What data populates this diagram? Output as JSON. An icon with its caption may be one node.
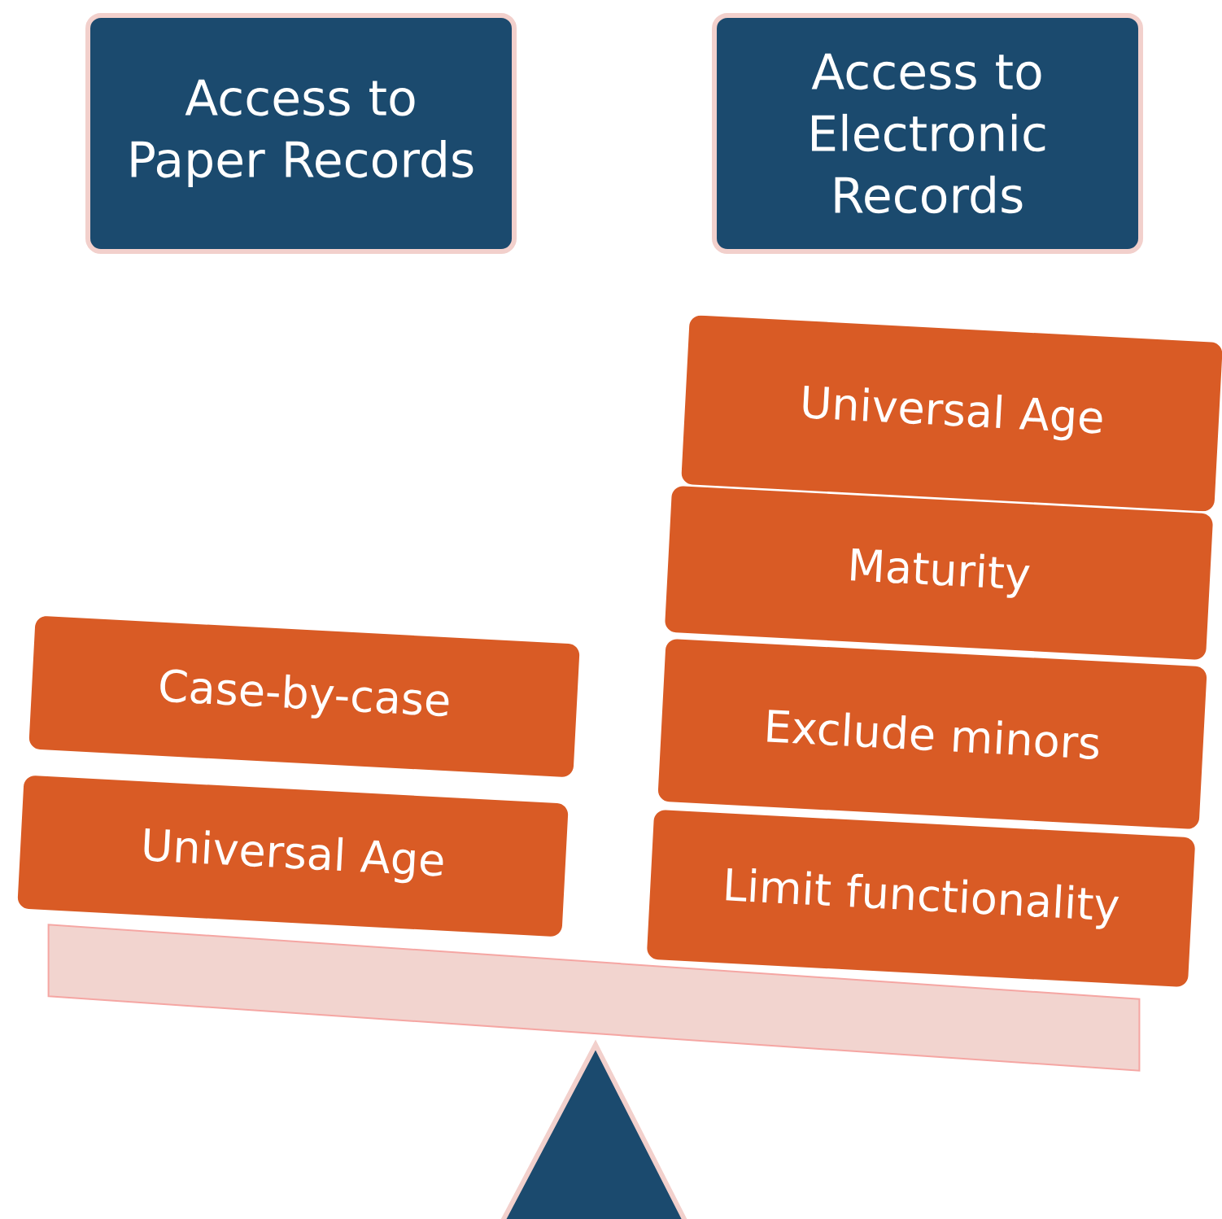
{
  "diagram": {
    "nodes": [
      {
        "text": [
          "Access to Paper Records"
        ]
      },
      {
        "text": [
          "Access to Electronic Records"
        ]
      },
      {
        "text": [
          "Case-by-case"
        ]
      },
      {
        "text": [
          "Universal Age"
        ]
      },
      {
        "text": [
          "Universal Age"
        ]
      },
      {
        "text": [
          "Maturity"
        ]
      },
      {
        "text": [
          "Exclude minors"
        ]
      },
      {
        "text": [
          "Limit functionality"
        ]
      }
    ]
  }
}
